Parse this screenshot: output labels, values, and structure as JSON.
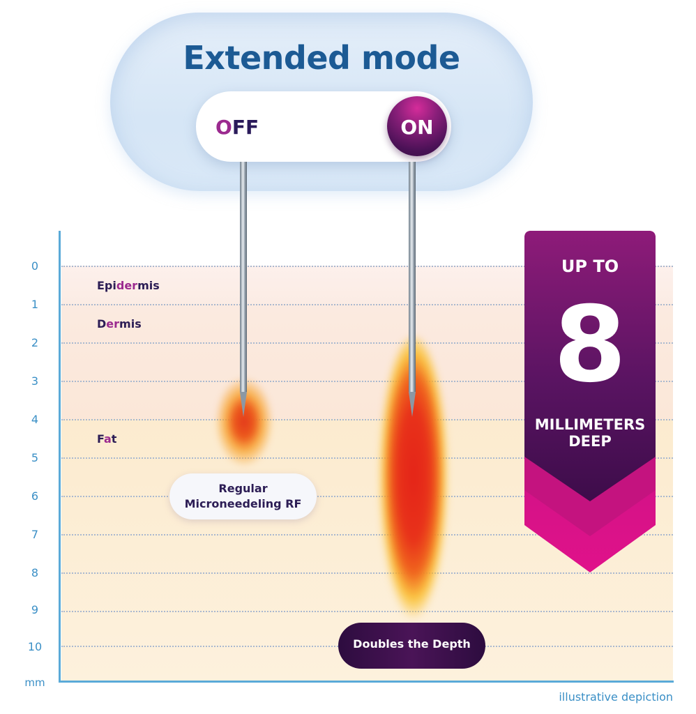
{
  "header": {
    "title": "Extended mode",
    "off_label_first": "O",
    "off_label_rest": "FF",
    "on_label": "ON"
  },
  "depth_axis": {
    "ticks": [
      "0",
      "1",
      "2",
      "3",
      "4",
      "5",
      "6",
      "7",
      "8",
      "9",
      "10"
    ],
    "unit": "mm"
  },
  "layers": {
    "epidermis": {
      "a": "Epi",
      "b": "der",
      "c": "mis"
    },
    "dermis": {
      "a": "D",
      "b": "er",
      "c": "mis"
    },
    "fat": {
      "a": "F",
      "b": "a",
      "c": "t"
    }
  },
  "regular": {
    "line1": "Regular",
    "line2": "Microneedeling RF",
    "needle_depth_mm": 4,
    "heat_depth_mm": 5
  },
  "extended": {
    "label": "Doubles the Depth",
    "needle_depth_mm": 4,
    "heat_depth_mm": 9
  },
  "banner": {
    "up_to": "UP TO",
    "number": "8",
    "line1": "MILLIMETERS",
    "line2": "DEEP"
  },
  "footnote": "illustrative depiction",
  "colors": {
    "title": "#1c5a94",
    "axis": "#5aaad8",
    "banner_dark": "#4a1156",
    "banner_accent": "#c4137f",
    "heat": "#e42418"
  }
}
